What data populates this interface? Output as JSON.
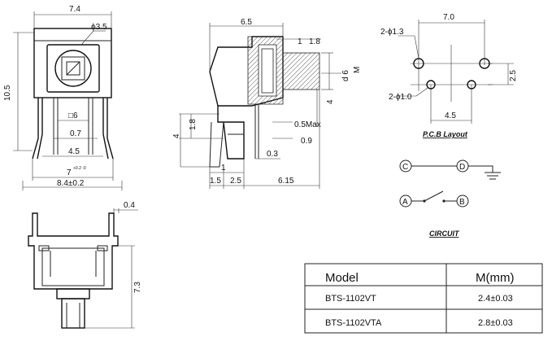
{
  "front_view": {
    "width_top": "7.4",
    "hole_dia": "ϕ3.5",
    "height": "10.5",
    "pin_d": "□6",
    "pitch_0_7": "0.7",
    "span_4_5": "4.5",
    "span_7": "7",
    "span_7_tol": "+0.2 -0",
    "span_total": "8.4±0.2"
  },
  "side_view": {
    "width": "6.5",
    "dim_1": "1",
    "dim_1_8": "1.8",
    "actuator_dia": "d 6",
    "m_label": "M",
    "dim_4_right": "4",
    "dim_1_8_left": "1.8",
    "dim_4_left": "4",
    "max_0_5": "0.5Max",
    "dim_0_9": "0.9",
    "dim_0_3": "0.3",
    "dim_1_bottom": "1",
    "dim_1_5": "1.5",
    "dim_2_5": "2.5",
    "dim_6_15": "6.15"
  },
  "pcb": {
    "width": "7.0",
    "hole_large": "2-ϕ1.3",
    "hole_small": "2-ϕ1.0",
    "height": "2.5",
    "span": "4.5",
    "caption": "P.C.B Layout"
  },
  "circuit": {
    "node_c": "C",
    "node_d": "D",
    "node_a": "A",
    "node_b": "B",
    "caption": "CIRCUIT"
  },
  "bottom_view": {
    "dim_0_4": "0.4",
    "dim_7_3": "7.3"
  },
  "table": {
    "headers": [
      "Model",
      "M(mm)"
    ],
    "rows": [
      [
        "BTS-1102VT",
        "2.4±0.03"
      ],
      [
        "BTS-1102VTA",
        "2.8±0.03"
      ]
    ]
  }
}
